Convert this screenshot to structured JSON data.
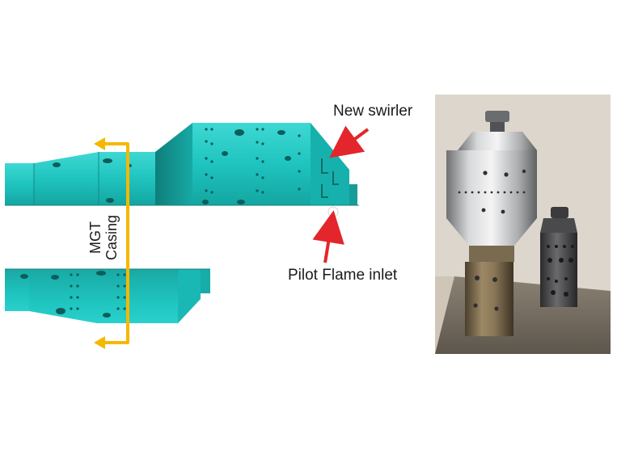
{
  "labels": {
    "new_swirler": "New swirler",
    "pilot_flame_inlet": "Pilot Flame inlet",
    "casing_line1": "MGT",
    "casing_line2": "Casing"
  },
  "colors": {
    "combustor_cyan": "#1fc7c2",
    "combustor_shadow": "#138f8c",
    "arrow_red": "#e3262b",
    "casing_arrow_yellow": "#f5b800",
    "photo_background": "#ddd6cc"
  }
}
